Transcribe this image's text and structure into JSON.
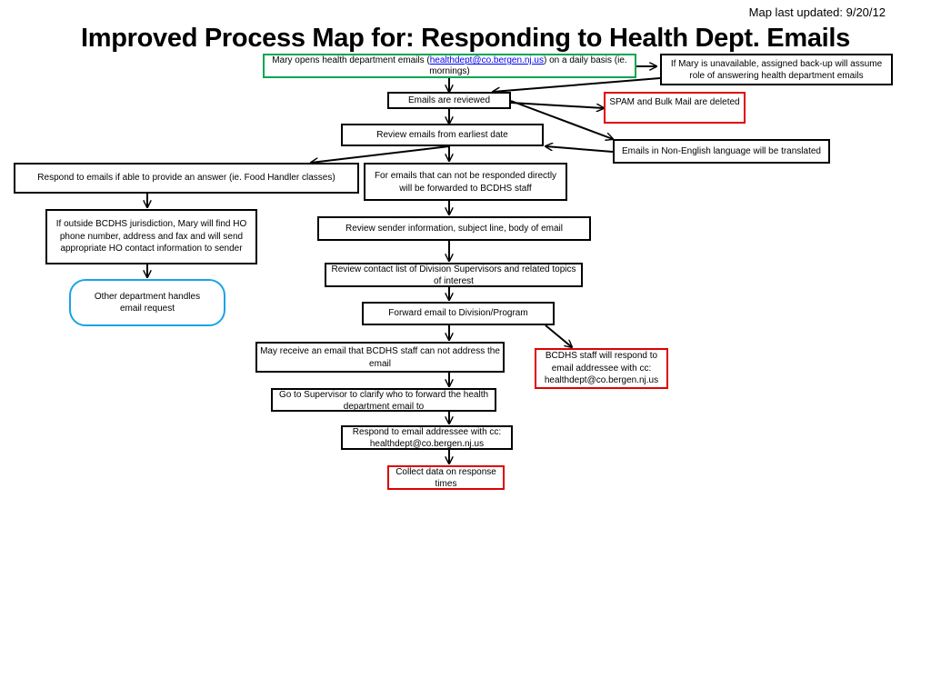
{
  "updated": "Map last updated: 9/20/12",
  "title": "Improved Process Map for: Responding to Health Dept. Emails",
  "nodes": {
    "open": {
      "pre": "Mary  opens health department emails (",
      "link": "healthdept@co.bergen.nj.us",
      "post": ") on a daily basis (ie. mornings)"
    },
    "backup": "If Mary is unavailable, assigned back-up will assume role of answering health department emails",
    "reviewed": "Emails are reviewed",
    "spam": "SPAM and Bulk Mail are deleted",
    "earliest": "Review emails from earliest date",
    "translate": "Emails in Non-English language will be translated",
    "respond_able": "Respond to emails if able to provide an answer (ie. Food Handler classes)",
    "forward_staff": "For emails that can not be responded directly will be forwarded to BCDHS staff",
    "outside": "If outside BCDHS jurisdiction, Mary will find HO phone number, address and fax and will send appropriate HO contact information to sender",
    "sender_info": "Review sender information, subject line, body of email",
    "other_dept": "Other department handles email request",
    "contact_list": "Review contact list of Division Supervisors and related topics of interest",
    "forward_division": "Forward email to Division/Program",
    "cannot_address": "May receive an email that BCDHS staff can not address the email",
    "staff_respond": "BCDHS staff will respond to email  addressee with cc: healthdept@co.bergen.nj.us",
    "supervisor": "Go to Supervisor to clarify who to forward the health department email to",
    "respond_cc": "Respond to email  addressee with cc: healthdept@co.bergen.nj.us",
    "collect": "Collect data on response times"
  }
}
